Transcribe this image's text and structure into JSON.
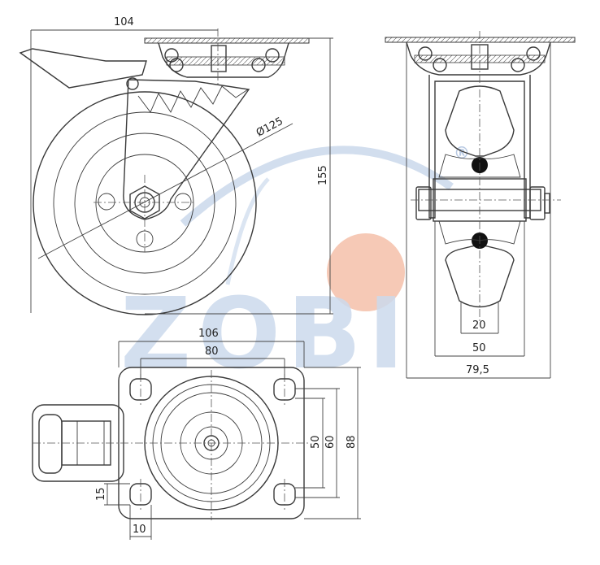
{
  "watermark": {
    "text": "ZOBI",
    "mark": "®",
    "colors": {
      "blue": "#c7d6ea",
      "orange": "#f6c4b0"
    }
  },
  "side_view": {
    "width_label": "104",
    "height_label": "155",
    "diameter_label": "Ø125"
  },
  "front_view": {
    "tread_label": "20",
    "hub_label": "50",
    "overall_label": "79,5"
  },
  "top_view": {
    "plate_width_label": "106",
    "hole_spacing_x_label": "80",
    "hole_spacing_y1_label": "50",
    "hole_spacing_y2_label": "60",
    "plate_length_label": "88",
    "slot_height_label": "15",
    "slot_width_label": "10"
  }
}
